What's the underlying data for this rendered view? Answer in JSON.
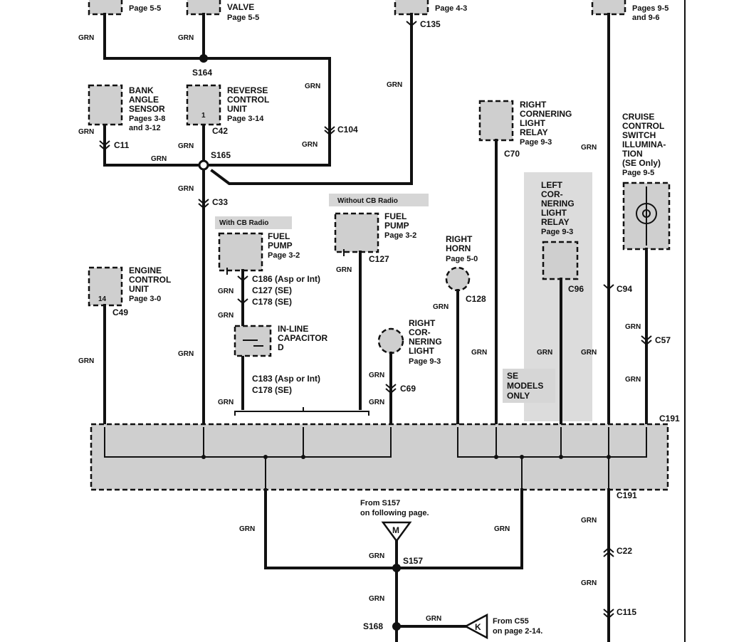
{
  "wire_color": "GRN",
  "components": {
    "top_left": {
      "page": "Page 5-5"
    },
    "solenoid": {
      "lines": [
        "VALVE"
      ],
      "page": "Page 5-5"
    },
    "top_mid": {
      "page": "Page 4-3"
    },
    "top_right": {
      "pages": [
        "Pages 9-5",
        "and 9-6"
      ]
    },
    "bank_angle": {
      "lines": [
        "BANK",
        "ANGLE",
        "SENSOR"
      ],
      "pages": [
        "Pages 3-8",
        "and 3-12"
      ]
    },
    "reverse": {
      "lines": [
        "REVERSE",
        "CONTROL",
        "UNIT"
      ],
      "page": "Page 3-14",
      "pin": "1"
    },
    "right_corner_relay": {
      "lines": [
        "RIGHT",
        "CORNERING",
        "LIGHT",
        "RELAY"
      ],
      "page": "Page 9-3"
    },
    "cruise": {
      "lines": [
        "CRUISE",
        "CONTROL",
        "SWITCH",
        "ILLUMINA-",
        "TION",
        "(SE Only)"
      ],
      "page": "Page 9-5"
    },
    "left_corner_relay": {
      "lines": [
        "LEFT",
        "COR-",
        "NERING",
        "LIGHT",
        "RELAY"
      ],
      "page": "Page 9-3"
    },
    "fuel_pump_cb": {
      "lines": [
        "FUEL",
        "PUMP"
      ],
      "page": "Page 3-2"
    },
    "fuel_pump_nocb": {
      "lines": [
        "FUEL",
        "PUMP"
      ],
      "page": "Page 3-2"
    },
    "right_horn": {
      "lines": [
        "RIGHT",
        "HORN"
      ],
      "page": "Page 5-0"
    },
    "engine_control": {
      "lines": [
        "ENGINE",
        "CONTROL",
        "UNIT"
      ],
      "page": "Page 3-0",
      "pin": "14"
    },
    "capacitor": {
      "lines": [
        "IN-LINE",
        "CAPACITOR",
        "D"
      ]
    },
    "right_corner_light": {
      "lines": [
        "RIGHT",
        "COR-",
        "NERING",
        "LIGHT"
      ],
      "page": "Page 9-3"
    }
  },
  "tags": {
    "with_cb": "With CB Radio",
    "without_cb": "Without CB Radio",
    "se_models": [
      "SE",
      "MODELS",
      "ONLY"
    ]
  },
  "splices": {
    "s164": "S164",
    "s165": "S165",
    "s157": "S157",
    "s168": "S168"
  },
  "connectors": {
    "c135": "C135",
    "c104": "C104",
    "c11": "C11",
    "c42": "C42",
    "c33": "C33",
    "c70": "C70",
    "c96": "C96",
    "c94": "C94",
    "c57": "C57",
    "c127": "C127",
    "c128": "C128",
    "c49": "C49",
    "c69": "C69",
    "c191a": "C191",
    "c191b": "C191",
    "c22": "C22",
    "c115": "C115",
    "c186": "C186 (Asp or Int)",
    "c127se": "C127 (SE)",
    "c178a": "C178 (SE)",
    "c183": "C183 (Asp or Int)",
    "c178b": "C178 (SE)"
  },
  "notes": {
    "from_s157": [
      "From S157",
      "on following page."
    ],
    "from_c55": [
      "From C55",
      "on page 2-14."
    ],
    "ref_m": "M",
    "ref_k": "K"
  }
}
